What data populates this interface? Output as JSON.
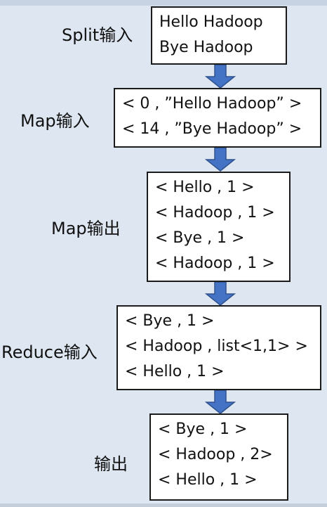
{
  "colors": {
    "arrow_fill": "#4472c4",
    "arrow_stroke": "#2f528f",
    "background": "#dde6f1"
  },
  "stages": [
    {
      "label": "Split输入",
      "lines": [
        "Hello Hadoop",
        "Bye Hadoop"
      ]
    },
    {
      "label": "Map输入",
      "lines": [
        "< 0 , ”Hello Hadoop” >",
        "< 14 , ”Bye Hadoop” >"
      ]
    },
    {
      "label": "Map输出",
      "lines": [
        "< Hello , 1 >",
        "< Hadoop , 1 >",
        "< Bye , 1 >",
        "< Hadoop , 1 >"
      ]
    },
    {
      "label": "Reduce输入",
      "lines": [
        "< Bye , 1 >",
        "< Hadoop , list<1,1> >",
        "< Hello , 1 >"
      ]
    },
    {
      "label": "输出",
      "lines": [
        "< Bye , 1 >",
        "< Hadoop , 2>",
        "< Hello , 1 >"
      ]
    }
  ]
}
